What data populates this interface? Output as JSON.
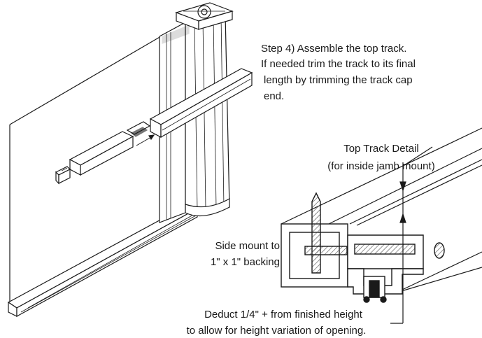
{
  "instructions": {
    "step": [
      "Step 4) Assemble the top track.",
      "If needed trim the track to its final",
      "length by trimming the track cap",
      "end."
    ]
  },
  "detail": {
    "title": "Top Track Detail",
    "subtitle": "(for inside jamb mount)"
  },
  "callouts": {
    "side_mount": [
      "Side mount to",
      "1\" x 1\" backing"
    ],
    "deduct": [
      "Deduct 1/4\" + from finished height",
      "to allow for height variation of opening."
    ]
  },
  "colors": {
    "ink": "#1a1a1a",
    "paper": "#ffffff",
    "hatch": "#555555"
  }
}
